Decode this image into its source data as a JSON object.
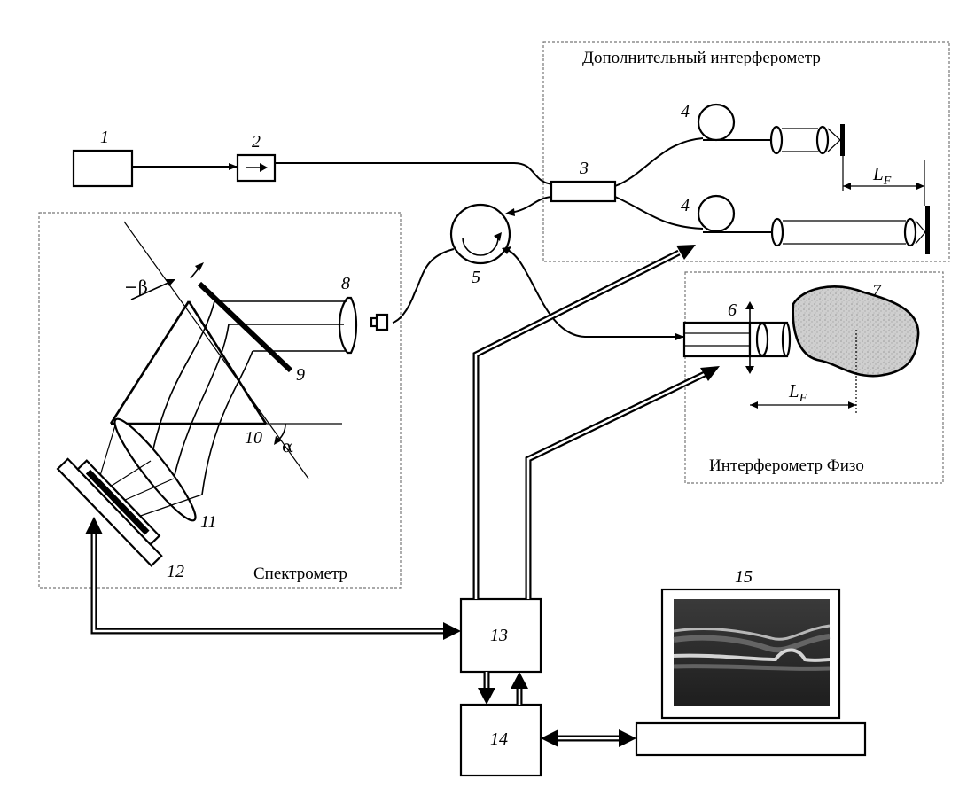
{
  "labels": {
    "source": "1",
    "isolator": "2",
    "coupler": "3",
    "coil_upper": "4",
    "coil_lower": "4",
    "circulator": "5",
    "probe": "6",
    "object": "7",
    "lens_8": "8",
    "mirror_9": "9",
    "grating_10": "10",
    "lens_11": "11",
    "camera_12": "12",
    "block_13": "13",
    "block_14": "14",
    "monitor_15": "15"
  },
  "captions": {
    "additional_interferometer": "Дополнительный интерферометр",
    "fizeau_interferometer": "Интерферометр Физо",
    "spectrometer": "Спектрометр"
  },
  "symbols": {
    "beta": "−β",
    "alpha": "α",
    "lf_main": "L",
    "lf_sub": "F"
  },
  "colors": {
    "line": "#000000",
    "frame": "#777777",
    "object_fill": "#c9c9c9",
    "screen_bg": "#2a2a2a"
  }
}
